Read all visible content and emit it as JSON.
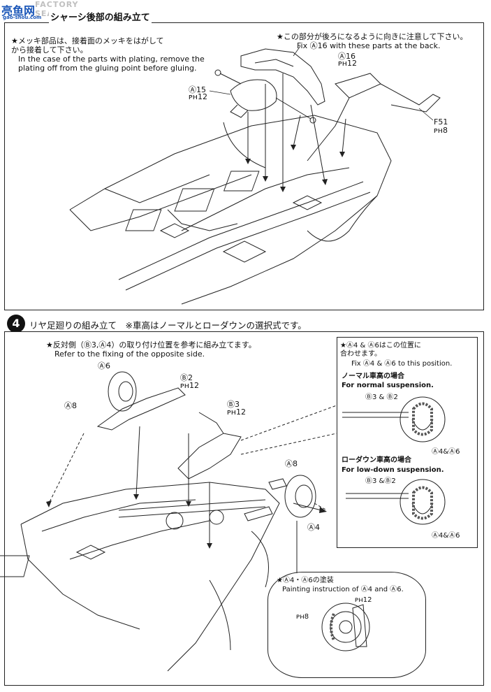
{
  "watermark": {
    "brand_top": "FACTORY SEARCH",
    "brand_cn": "亮鱼网",
    "domain": "gao-shou.com"
  },
  "step3": {
    "title": "シャーシ後部の組み立て",
    "note_jp": "★メッキ部品は、接着面のメッキをはがして\nから接着して下さい。",
    "note_en": "In the case of the parts with plating, remove the\nplating off from the gluing point before gluing.",
    "fix_note_jp": "★この部分が後ろになるように向きに注意して下さい。",
    "fix_note_en": "Fix Ⓐ16 with these parts at the back.",
    "part_a16": "Ⓐ16",
    "paint_a16": "ᴘʜ12",
    "part_a15": "Ⓐ15",
    "paint_a15": "ᴘʜ12",
    "part_f51": "F51",
    "paint_f51": "ᴘʜ8"
  },
  "step4": {
    "number": "4",
    "title": "リヤ足廻りの組み立て　※車高はノーマルとローダウンの選択式です。",
    "ref_note_jp": "★反対側（Ⓑ3,Ⓐ4）の取り付け位置を参考に組み立てます。",
    "ref_note_en": "Refer to the fixing of the opposite side.",
    "part_a6": "Ⓐ6",
    "part_a8_left": "Ⓐ8",
    "part_b2": "Ⓑ2",
    "paint_b2": "ᴘʜ12",
    "part_b3": "Ⓑ3",
    "paint_b3": "ᴘʜ12",
    "part_a8_right": "Ⓐ8",
    "part_a4": "Ⓐ4",
    "position_box": {
      "note_jp": "★Ⓐ4 & Ⓐ6はこの位置に\n合わせます。",
      "note_en": "Fix Ⓐ4 & Ⓐ6 to this position.",
      "normal_jp": "ノーマル車高の場合",
      "normal_en": "For normal suspension.",
      "normal_parts": "Ⓑ3 & Ⓑ2",
      "normal_fix": "Ⓐ4&Ⓐ6",
      "lowdown_jp": "ローダウン車高の場合",
      "lowdown_en": "For low-down suspension.",
      "lowdown_parts": "Ⓑ3 &Ⓑ2",
      "lowdown_fix": "Ⓐ4&Ⓐ6"
    },
    "paint_box": {
      "note_jp": "★Ⓐ4・Ⓐ6の塗装",
      "note_en": "Painting instruction of Ⓐ4 and Ⓐ6.",
      "paint_12": "ᴘʜ12",
      "paint_8": "ᴘʜ8"
    }
  }
}
